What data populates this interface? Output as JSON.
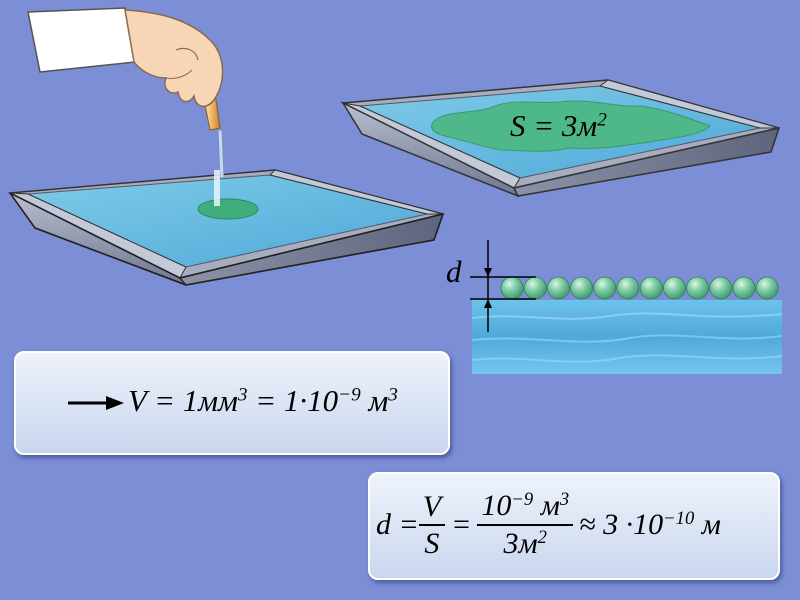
{
  "labels": {
    "area": "S = 3м",
    "area_exp": "2",
    "thickness": "d"
  },
  "volume_formula": {
    "lhs": "V = 1мм",
    "lhs_exp": "3",
    "mid": " = 1·10",
    "mid_exp": "−9",
    "unit": " м",
    "unit_exp": "3"
  },
  "thickness_formula": {
    "lhs": "d =",
    "frac1_num": "V",
    "frac1_den": "S",
    "eq": "=",
    "frac2_num_base": "10",
    "frac2_num_exp": "−9",
    "frac2_num_unit": " м",
    "frac2_num_unit_exp": "3",
    "frac2_den_base": "3м",
    "frac2_den_exp": "2",
    "approx": "≈ 3 ·10",
    "approx_exp": "−10",
    "approx_unit": " м"
  },
  "colors": {
    "background": "#7b8ed6",
    "water": "#5fb4e0",
    "oil": "#4fb88a",
    "tray": "#9aa0b4"
  }
}
